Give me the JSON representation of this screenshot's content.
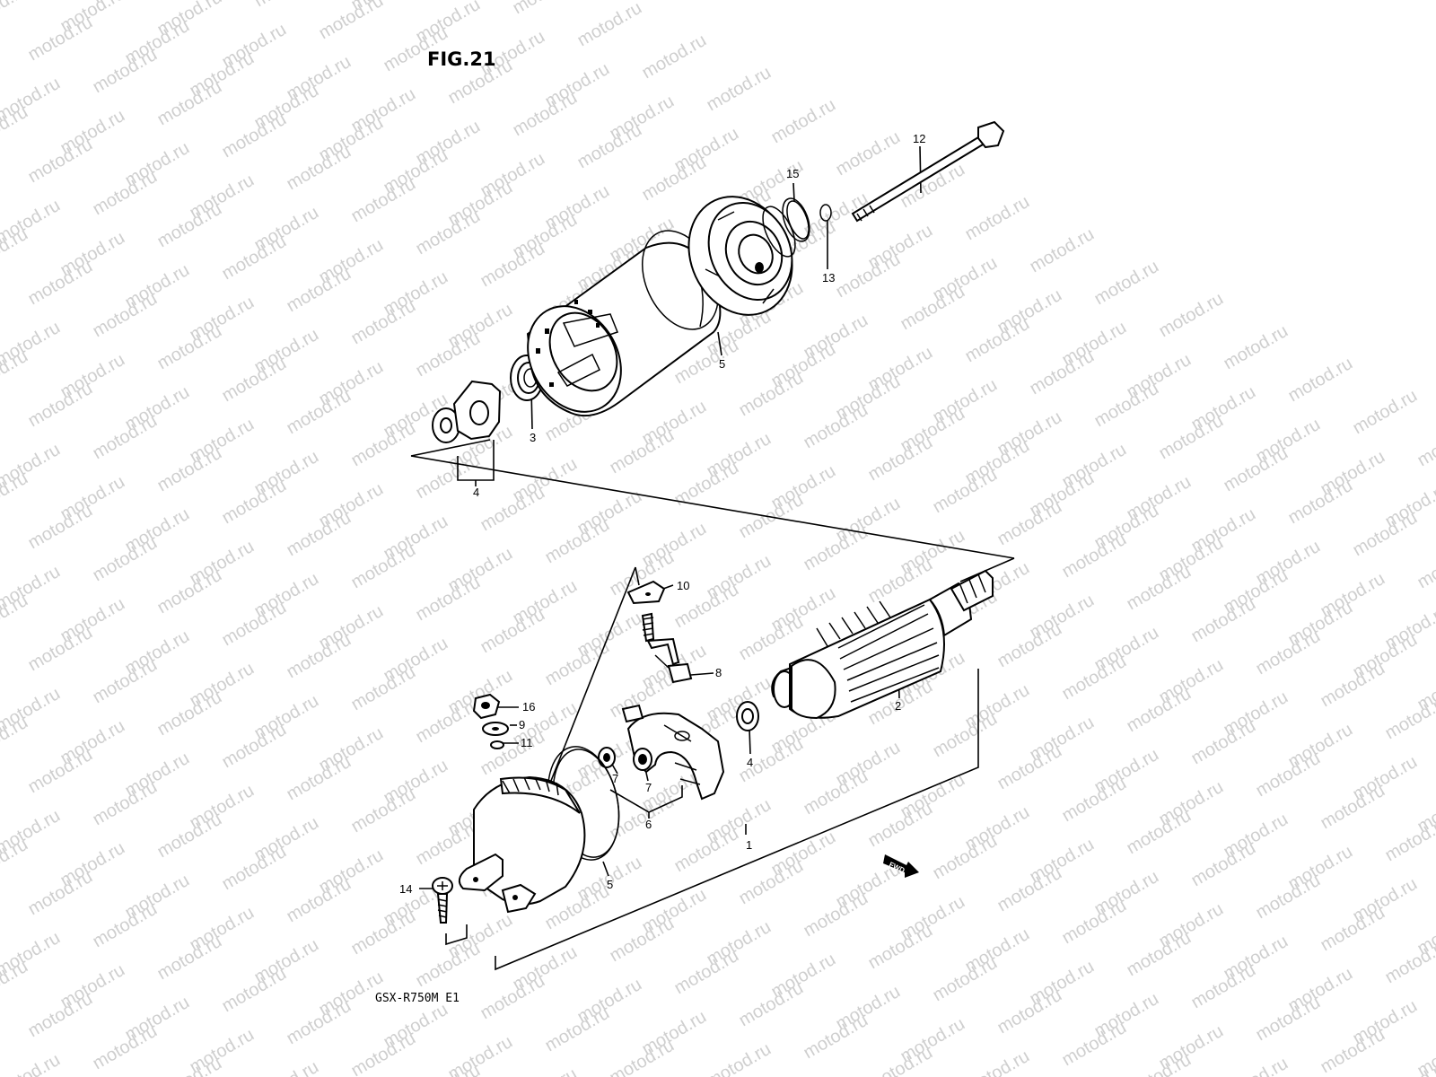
{
  "figure_title": "FIG.21",
  "model_code": "GSX-R750M E1",
  "watermark": "motod.ru",
  "direction_badge": "FWD",
  "callouts": {
    "c1": "1",
    "c2": "2",
    "c3": "3",
    "c4a": "4",
    "c4b": "4",
    "c5a": "5",
    "c5b": "5",
    "c6": "6",
    "c7a": "7",
    "c7b": "7",
    "c8": "8",
    "c9": "9",
    "c10": "10",
    "c11": "11",
    "c12": "12",
    "c13": "13",
    "c14": "14",
    "c15": "15",
    "c16": "16"
  }
}
